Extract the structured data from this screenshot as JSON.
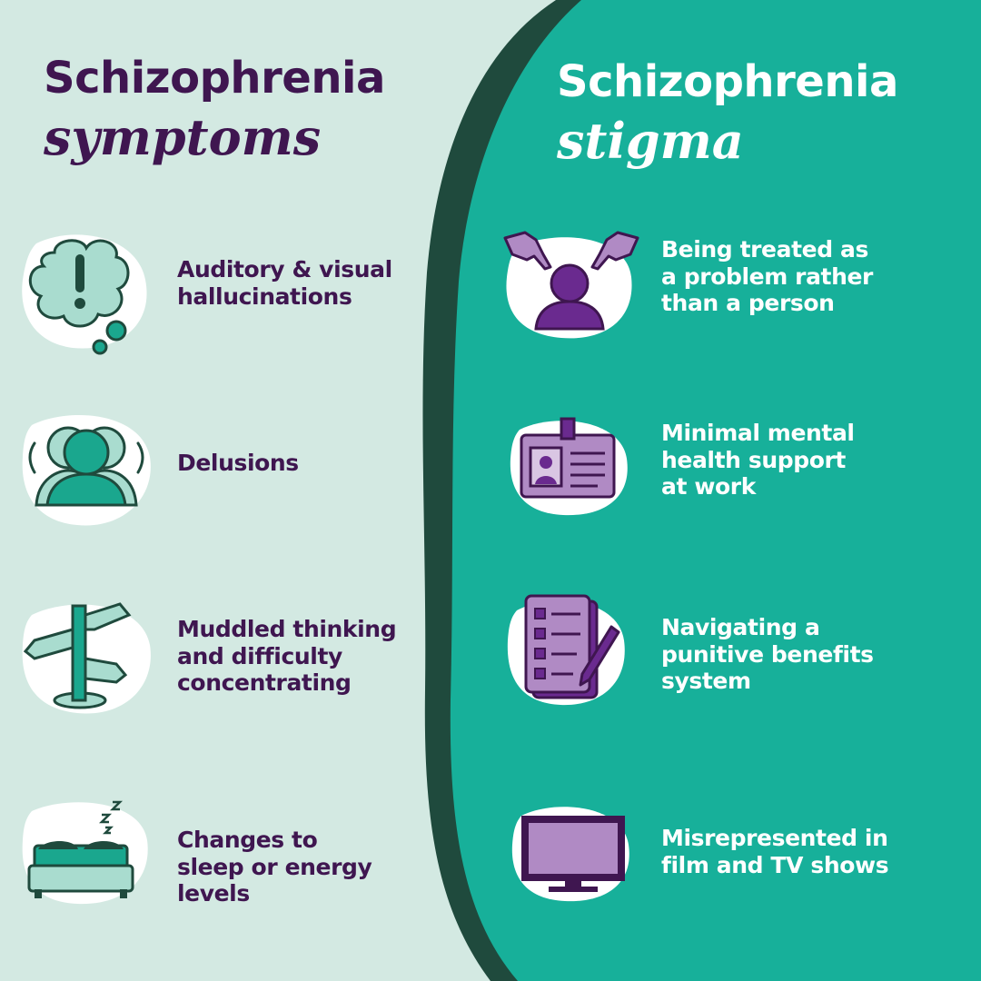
{
  "colors": {
    "left_bg": "#d3e9e2",
    "right_bg": "#17b09a",
    "divider": "#1f4a3d",
    "purple": "#3f1650",
    "icon_green": "#1aa78e",
    "icon_light_green": "#a9dccf",
    "icon_purple": "#6a2a8f",
    "icon_light_purple": "#b08ac4",
    "white": "#ffffff"
  },
  "left": {
    "title_line1": "Schizophrenia",
    "title_line2": "symptoms",
    "items": [
      {
        "icon": "thought-bubble-exclamation-icon",
        "lines": [
          "Auditory & visual",
          "hallucinations"
        ]
      },
      {
        "icon": "overlapping-people-icon",
        "lines": [
          "Delusions"
        ]
      },
      {
        "icon": "signpost-icon",
        "lines": [
          "Muddled thinking",
          "and difficulty",
          "concentrating"
        ]
      },
      {
        "icon": "bed-sleep-icon",
        "lines": [
          "Changes to",
          "sleep or energy",
          "levels"
        ]
      }
    ]
  },
  "right": {
    "title_line1": "Schizophrenia",
    "title_line2": "stigma",
    "items": [
      {
        "icon": "pointing-fingers-at-person-icon",
        "lines": [
          "Being treated as",
          "a problem rather",
          "than a person"
        ]
      },
      {
        "icon": "id-badge-icon",
        "lines": [
          "Minimal mental",
          "health support",
          "at work"
        ]
      },
      {
        "icon": "checklist-form-icon",
        "lines": [
          "Navigating a",
          "punitive benefits",
          "system"
        ]
      },
      {
        "icon": "television-icon",
        "lines": [
          "Misrepresented in",
          "film and TV shows"
        ]
      }
    ]
  }
}
